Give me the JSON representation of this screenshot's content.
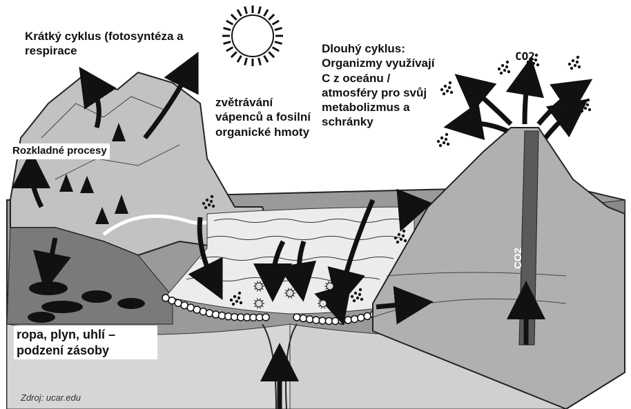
{
  "labels": {
    "short_cycle": "Krátký cyklus (fotosyntéza a respirace",
    "decomposition": "Rozkladné procesy",
    "weathering": "zvětrávání vápenců a fosilní organické hmoty",
    "long_cycle": "Dlouhý cyklus: Organizmy využívají C z oceánu / atmosféry pro svůj metabolizmus a schránky",
    "fossil_reserves": "ropa, plyn, uhlí – podzení zásoby",
    "source": "Zdroj: ucar.edu",
    "co2_top": "CO2",
    "co2_volcano": "CO2"
  },
  "colors": {
    "sky": "#ffffff",
    "mountain": "#bdbdbd",
    "dark_ground": "#6e6e6e",
    "ocean": "#e8e8e8",
    "volcano": "#a8a8a8",
    "magma": "#5a5a5a",
    "arrow": "#111111"
  },
  "icons": [
    "sun-icon",
    "tree-icon",
    "co2-particles-icon",
    "plankton-icon",
    "arrow-icon"
  ]
}
